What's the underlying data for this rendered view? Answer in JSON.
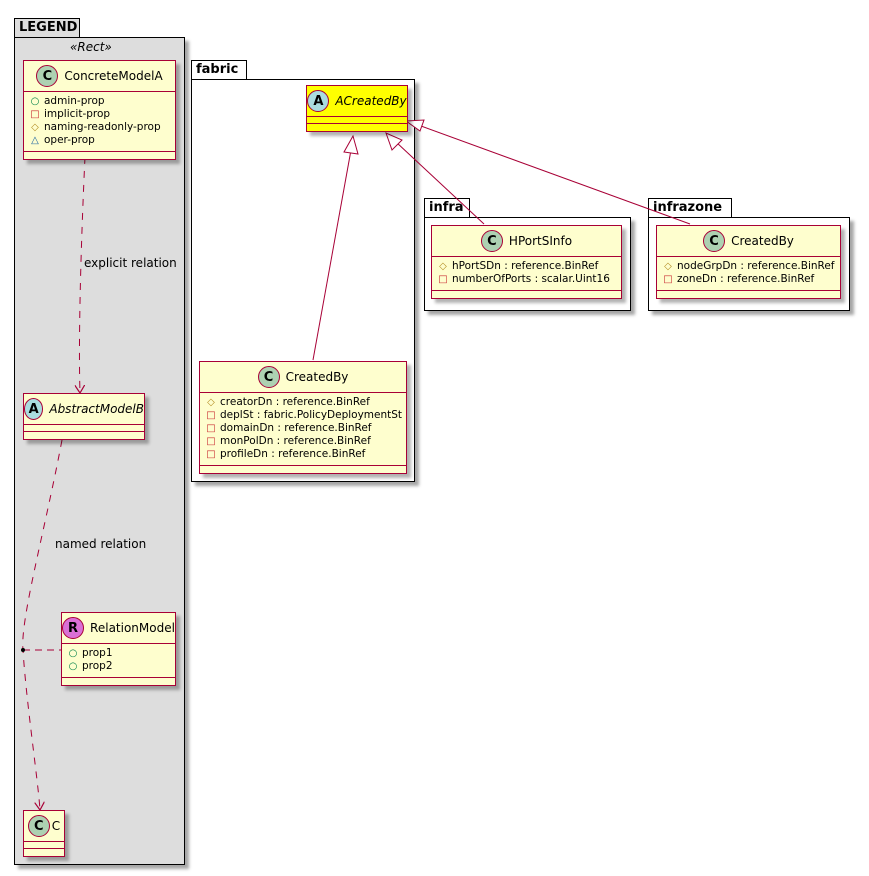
{
  "legend": {
    "package_name": "LEGEND",
    "stereotype": "«Rect»",
    "concrete_model": {
      "kind": "C",
      "name": "ConcreteModelA",
      "attributes": [
        {
          "visibility": "public",
          "symbol": "○",
          "text": "admin-prop"
        },
        {
          "visibility": "private",
          "symbol": "□",
          "text": "implicit-prop"
        },
        {
          "visibility": "protected",
          "symbol": "◇",
          "text": "naming-readonly-prop"
        },
        {
          "visibility": "package",
          "symbol": "△",
          "text": "oper-prop"
        }
      ]
    },
    "abstract_model": {
      "kind": "A",
      "name": "AbstractModelB"
    },
    "relation_model": {
      "kind": "R",
      "name": "RelationModel",
      "attributes": [
        {
          "visibility": "public",
          "symbol": "○",
          "text": "prop1"
        },
        {
          "visibility": "public",
          "symbol": "○",
          "text": "prop2"
        }
      ]
    },
    "c_model": {
      "kind": "C",
      "name": "C"
    },
    "explicit_relation_label": "explicit relation",
    "named_relation_label": "named relation"
  },
  "fabric": {
    "package_name": "fabric",
    "acreatedby": {
      "kind": "A",
      "name": "ACreatedBy",
      "highlight_color": "#ffff00"
    },
    "createdby": {
      "kind": "C",
      "name": "CreatedBy",
      "attributes": [
        {
          "visibility": "protected",
          "symbol": "◇",
          "text": "creatorDn : reference.BinRef"
        },
        {
          "visibility": "private",
          "symbol": "□",
          "text": "deplSt : fabric.PolicyDeploymentSt"
        },
        {
          "visibility": "private",
          "symbol": "□",
          "text": "domainDn : reference.BinRef"
        },
        {
          "visibility": "private",
          "symbol": "□",
          "text": "monPolDn : reference.BinRef"
        },
        {
          "visibility": "private",
          "symbol": "□",
          "text": "profileDn : reference.BinRef"
        }
      ]
    }
  },
  "infra": {
    "package_name": "infra",
    "hportsinfo": {
      "kind": "C",
      "name": "HPortSInfo",
      "attributes": [
        {
          "visibility": "protected",
          "symbol": "◇",
          "text": "hPortSDn : reference.BinRef"
        },
        {
          "visibility": "private",
          "symbol": "□",
          "text": "numberOfPorts : scalar.Uint16"
        }
      ]
    }
  },
  "infrazone": {
    "package_name": "infrazone",
    "createdby": {
      "kind": "C",
      "name": "CreatedBy",
      "attributes": [
        {
          "visibility": "protected",
          "symbol": "◇",
          "text": "nodeGrpDn : reference.BinRef"
        },
        {
          "visibility": "private",
          "symbol": "□",
          "text": "zoneDn : reference.BinRef"
        }
      ]
    }
  },
  "colors": {
    "border": "#a80036",
    "class_bg": "#fefece",
    "legend_bg": "#dddddd"
  }
}
